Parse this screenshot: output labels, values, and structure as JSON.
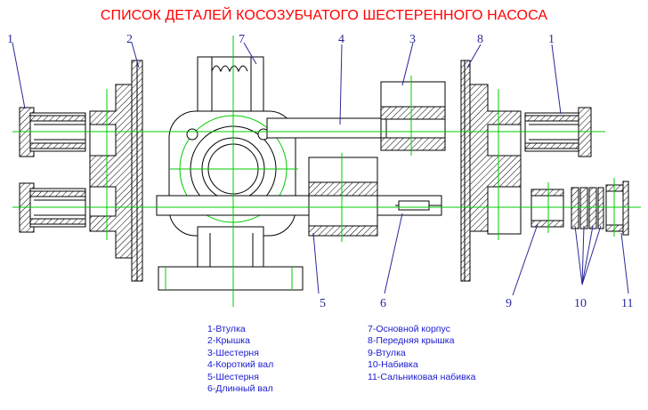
{
  "title": "СПИСОК ДЕТАЛЕЙ КОСОЗУБЧАТОГО ШЕСТЕРЕННОГО НАСОСА",
  "callouts": {
    "c1_left": "1",
    "c2": "2",
    "c7": "7",
    "c4": "4",
    "c3": "3",
    "c8": "8",
    "c1_right": "1",
    "c5": "5",
    "c6": "6",
    "c9": "9",
    "c10": "10",
    "c11": "11"
  },
  "legend": {
    "left": [
      "1-Втулка",
      "2-Крышка",
      "3-Шестерня",
      "4-Короткий вал",
      "5-Шестерня",
      "6-Длинный вал"
    ],
    "right": [
      "7-Основной корпус",
      "8-Передняя крышка",
      "9-Втулка",
      "10-Набивка",
      "11-Сальниковая набивка"
    ]
  },
  "colors": {
    "title": "#ff0000",
    "legend_text": "#1a1ad0",
    "centerline": "#00cc00",
    "outline": "#000000",
    "callout": "#2a2a9a"
  }
}
